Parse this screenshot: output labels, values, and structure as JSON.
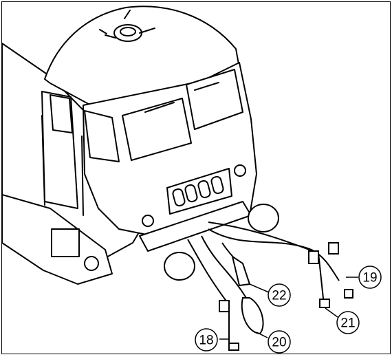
{
  "diagram": {
    "callouts": [
      {
        "id": "18",
        "label": "18"
      },
      {
        "id": "19",
        "label": "19"
      },
      {
        "id": "20",
        "label": "20"
      },
      {
        "id": "21",
        "label": "21"
      },
      {
        "id": "22",
        "label": "22"
      }
    ]
  }
}
